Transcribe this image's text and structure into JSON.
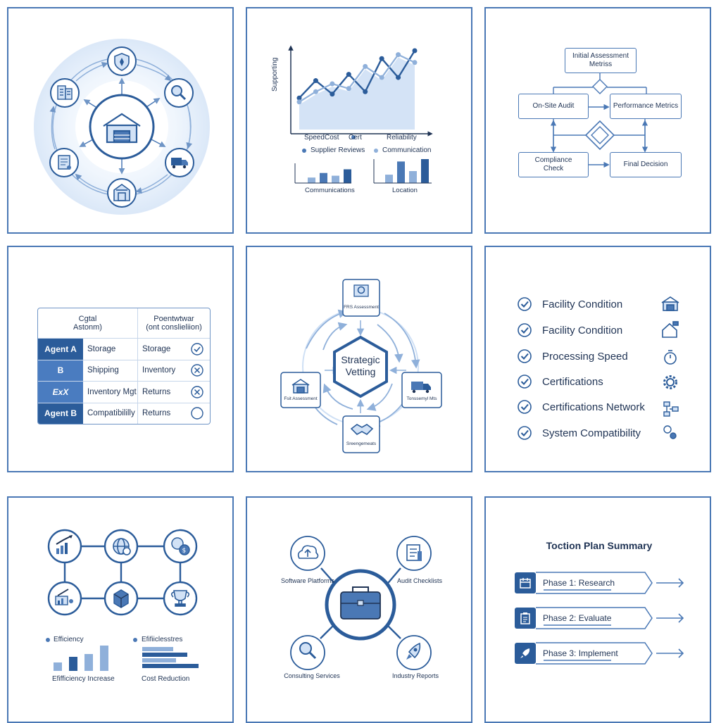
{
  "colors": {
    "primary": "#2b5c9a",
    "accent": "#4a78b5",
    "light": "#cfe0f5",
    "pale": "#eaf2fc"
  },
  "panel1": {
    "icons": [
      "warehouse-icon",
      "shield-icon",
      "search-icon",
      "truck-icon",
      "storefront-icon",
      "document-icon",
      "buildings-icon"
    ]
  },
  "panel2": {
    "ylabel": "Supporting",
    "legend": [
      "Speed",
      "Cost",
      "Cert",
      "Reliability",
      "Supplier Reviews",
      "Communication"
    ],
    "mini_labels": [
      "Communications",
      "Location"
    ],
    "chart_data": [
      {
        "type": "line",
        "title": "",
        "ylabel": "Supporting",
        "series": [
          {
            "name": "",
            "values": [
              40,
              62,
              45,
              70,
              48,
              90,
              66,
              100
            ]
          },
          {
            "name": "",
            "values": [
              35,
              48,
              58,
              52,
              80,
              66,
              95,
              85
            ]
          }
        ]
      },
      {
        "type": "bar",
        "title": "",
        "xlabel": "Communications",
        "values": [
          30,
          55,
          40,
          75
        ]
      },
      {
        "type": "bar",
        "title": "",
        "xlabel": "Location",
        "values": [
          35,
          90,
          50,
          100
        ]
      }
    ]
  },
  "panel3": {
    "initial": "Initial Assessment\nMetriss",
    "onsite": "On-Site Audit",
    "performance": "Performance Metrics",
    "compliance": "Compliance\nCheck",
    "final": "Final Decision"
  },
  "panel4": {
    "headers": [
      "Cgtal\nAstonm)",
      "Poentwtwar\n(ont conslieliion)"
    ],
    "rows": [
      {
        "agent": "Agent A",
        "col2": "Storage",
        "col3": "Storage",
        "mark": "check"
      },
      {
        "agent": "B",
        "col2": "Shipping",
        "col3": "Inventory",
        "mark": "x"
      },
      {
        "agent": "ExX",
        "col2": "Inventory Mgt",
        "col3": "Returns",
        "mark": "x"
      },
      {
        "agent": "Agent B",
        "col2": "Compatibililly",
        "col3": "Returns",
        "mark": "empty"
      }
    ]
  },
  "panel5": {
    "center": "Strategic\nVetting",
    "top": "FRS Assessment",
    "left": "Fsit Assessment",
    "right": "Tonssemyl Mts",
    "bottom": "Sreengemeats"
  },
  "panel6": {
    "items": [
      {
        "label": "Facility Condition",
        "icon": "warehouse-icon"
      },
      {
        "label": "Facility Condition",
        "icon": "house-icon"
      },
      {
        "label": "Processing Speed",
        "icon": "stopwatch-icon"
      },
      {
        "label": "Certifications",
        "icon": "gear-icon"
      },
      {
        "label": "Certifications Network",
        "icon": "network-icon"
      },
      {
        "label": "System Compatibility",
        "icon": "gears-icon"
      }
    ]
  },
  "panel7": {
    "icons": [
      "growth-chart-icon",
      "globe-icon",
      "coins-icon",
      "cart-chart-icon",
      "box-icon",
      "trophy-icon"
    ],
    "legend1": "Efficiency",
    "legend2": "Efifiiclesstres",
    "label1": "Efifficiency Increase",
    "label2": "Cost Reduction",
    "chart_data": [
      {
        "type": "bar",
        "title": "",
        "xlabel": "Efifficiency Increase",
        "values": [
          30,
          50,
          60,
          90
        ]
      },
      {
        "type": "bar",
        "title": "",
        "xlabel": "Cost Reduction",
        "orientation": "horizontal",
        "values": [
          55,
          80,
          60,
          100
        ]
      }
    ]
  },
  "panel8": {
    "center_icon": "briefcase-icon",
    "software": "Software Platforms",
    "audit": "Audit Checklists",
    "consulting": "Consulting Services",
    "industry": "Industry Reports"
  },
  "panel9": {
    "title": "Toction Plan Summary",
    "phases": [
      {
        "label": "Phase 1: Research",
        "icon": "calendar-icon"
      },
      {
        "label": "Phase 2: Evaluate",
        "icon": "clipboard-icon"
      },
      {
        "label": "Phase 3: Implement",
        "icon": "rocket-icon"
      }
    ]
  }
}
